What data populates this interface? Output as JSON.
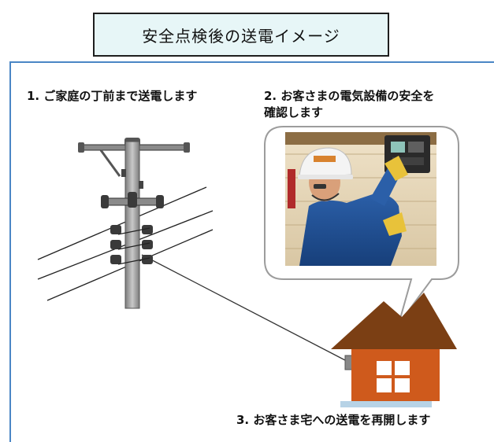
{
  "title": "安全点検後の送電イメージ",
  "steps": [
    {
      "number": "1.",
      "text": "ご家庭の丁前まで送電します"
    },
    {
      "number": "2.",
      "lines": [
        "お客さまの電気設備の安全を",
        "確認します"
      ]
    },
    {
      "number": "3.",
      "text": "お客さま宅への送電を再開します"
    }
  ],
  "colors": {
    "title_bg": "#e7f6f7",
    "frame": "#4a86c5",
    "roof": "#7b3f14",
    "house_wall": "#cf5a1c",
    "house_window": "#ffffff",
    "pole": "#9a9a9a",
    "bubble_border": "#9c9c9c"
  },
  "icons": [
    "utility-pole-icon",
    "power-lines-icon",
    "house-icon",
    "worker-photo",
    "speech-bubble"
  ]
}
